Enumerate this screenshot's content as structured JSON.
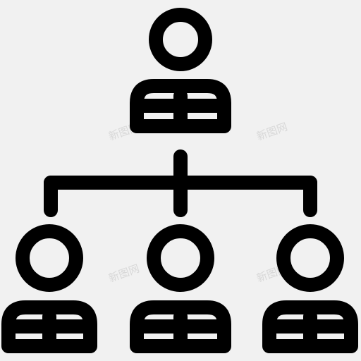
{
  "icon": {
    "name": "organization-hierarchy-icon",
    "stroke_color": "#000000",
    "background_color": "#f1f1f1"
  },
  "people": [
    {
      "role": "top",
      "name": "person-icon"
    },
    {
      "role": "left",
      "name": "person-icon"
    },
    {
      "role": "middle",
      "name": "person-icon"
    },
    {
      "role": "right",
      "name": "person-icon"
    }
  ],
  "watermark": {
    "text": "新图网",
    "color": "#d8d8d8"
  }
}
